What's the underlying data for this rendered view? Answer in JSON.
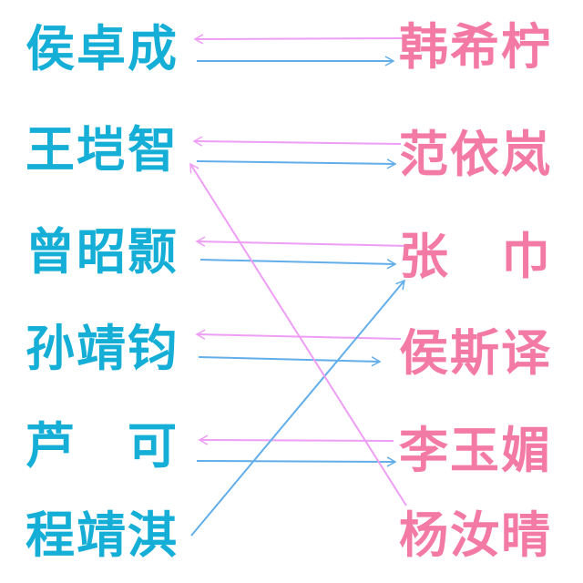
{
  "colors": {
    "left": "#14aed6",
    "right": "#f47aa6",
    "pink_arrow": "#ee9ef5",
    "blue_arrow": "#62aeea"
  },
  "left_names": [
    "侯卓成",
    "王垲智",
    "曾昭颢",
    "孙靖钧",
    "芦　可",
    "程靖淇"
  ],
  "right_names": [
    "韩希柠",
    "范依岚",
    "张　巾",
    "侯斯译",
    "李玉媚",
    "杨汝晴"
  ],
  "links": [
    {
      "from": "韩希柠",
      "to": "侯卓成",
      "color": "pink"
    },
    {
      "from": "侯卓成",
      "to": "韩希柠",
      "color": "blue"
    },
    {
      "from": "范依岚",
      "to": "王垲智",
      "color": "pink"
    },
    {
      "from": "王垲智",
      "to": "范依岚",
      "color": "blue"
    },
    {
      "from": "张巾",
      "to": "曾昭颢",
      "color": "pink"
    },
    {
      "from": "曾昭颢",
      "to": "张巾",
      "color": "blue"
    },
    {
      "from": "侯斯译",
      "to": "孙靖钧",
      "color": "pink"
    },
    {
      "from": "孙靖钧",
      "to": "侯斯译",
      "color": "blue"
    },
    {
      "from": "李玉媚",
      "to": "芦可",
      "color": "pink"
    },
    {
      "from": "芦可",
      "to": "李玉媚",
      "color": "blue"
    },
    {
      "from": "程靖淇",
      "to": "张巾",
      "color": "blue"
    },
    {
      "from": "杨汝晴",
      "to": "王垲智",
      "color": "pink"
    }
  ]
}
